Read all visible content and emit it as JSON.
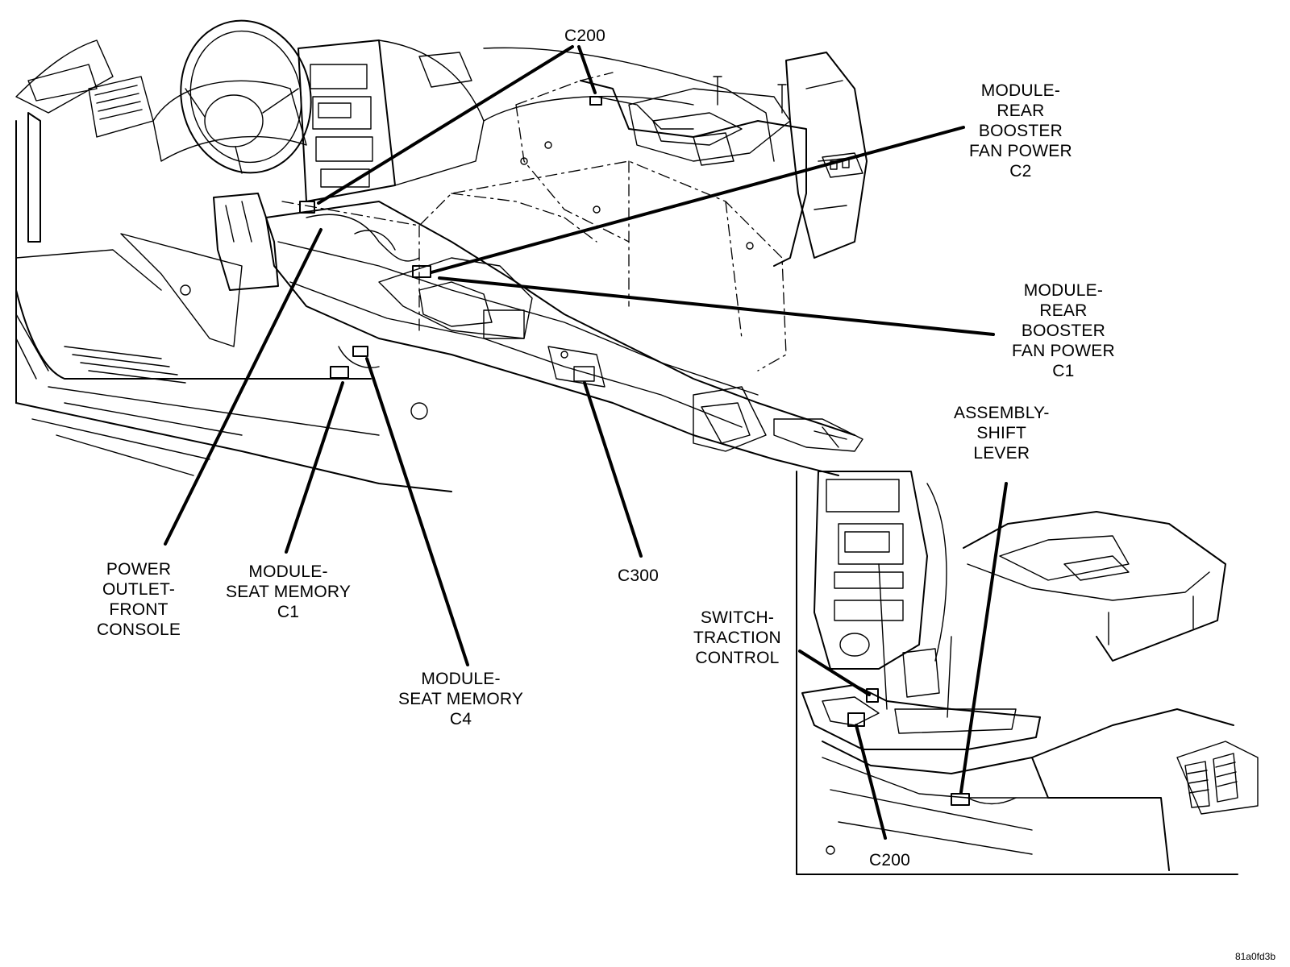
{
  "labels": {
    "c200_top": [
      "C200"
    ],
    "booster_c2": [
      "MODULE-",
      "REAR",
      "BOOSTER",
      "FAN POWER",
      "C2"
    ],
    "booster_c1": [
      "MODULE-",
      "REAR",
      "BOOSTER",
      "FAN POWER",
      "C1"
    ],
    "shift_lever": [
      "ASSEMBLY-",
      "SHIFT",
      "LEVER"
    ],
    "power_outlet": [
      "POWER",
      "OUTLET-",
      "FRONT",
      "CONSOLE"
    ],
    "seat_memory_c1": [
      "MODULE-",
      "SEAT MEMORY",
      "C1"
    ],
    "seat_memory_c4": [
      "MODULE-",
      "SEAT MEMORY",
      "C4"
    ],
    "c300": [
      "C300"
    ],
    "traction_control": [
      "SWITCH-",
      "TRACTION",
      "CONTROL"
    ],
    "c200_bottom": [
      "C200"
    ]
  },
  "figure_code": "81a0fd3b"
}
